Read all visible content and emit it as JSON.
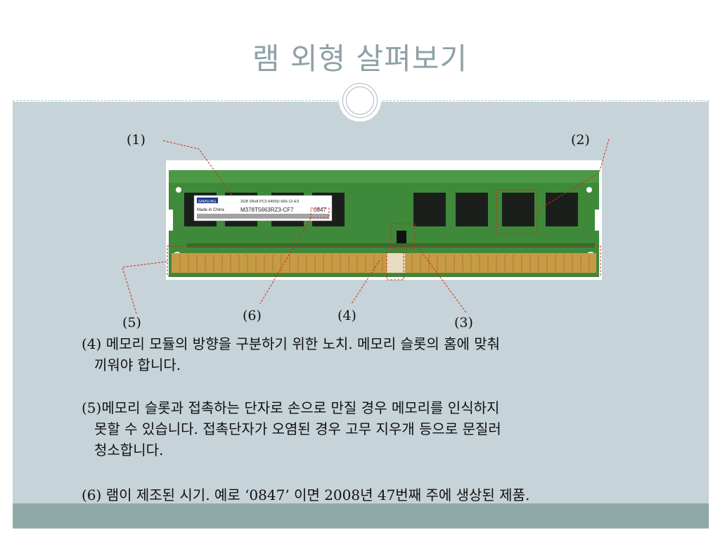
{
  "slide": {
    "title": "램 외형 살펴보기"
  },
  "photo": {
    "chip_label_line1": "2GB 2Rx8 PC2-6400U-666-12-E3",
    "chip_label_line2": "M378T5663RZ3-CF7",
    "chip_label_date": "0847",
    "chip_label_origin": "Made in China",
    "chip_label_brand": "SAMSUNG"
  },
  "callouts": {
    "c1": "(1)",
    "c2": "(2)",
    "c3": "(3)",
    "c4": "(4)",
    "c5": "(5)",
    "c6": "(6)"
  },
  "body": {
    "p4_line1": "(4) 메모리 모듈의 방향을 구분하기 위한 노치. 메모리 슬롯의 홈에 맞춰",
    "p4_line2": "끼워야 합니다.",
    "p5_line1": "(5)메모리 슬롯과 접촉하는 단자로 손으로 만질 경우 메모리를 인식하지",
    "p5_line2": "못할 수 있습니다. 접촉단자가 오염된 경우 고무 지우개 등으로 문질러",
    "p5_line3": "청소합니다.",
    "p6_line1": "(6) 램이 제조된 시기. 예로 ‘0847’ 이면 2008년 47번째 주에 생상된 제품."
  },
  "colors": {
    "title": "#8ea1a6",
    "content_bg": "#c6d3d8",
    "footer_band": "#8fa9a8",
    "pcb_green": "#3f8a3a",
    "gold_contacts": "#c79a45",
    "callout_red": "#d22a1c"
  }
}
